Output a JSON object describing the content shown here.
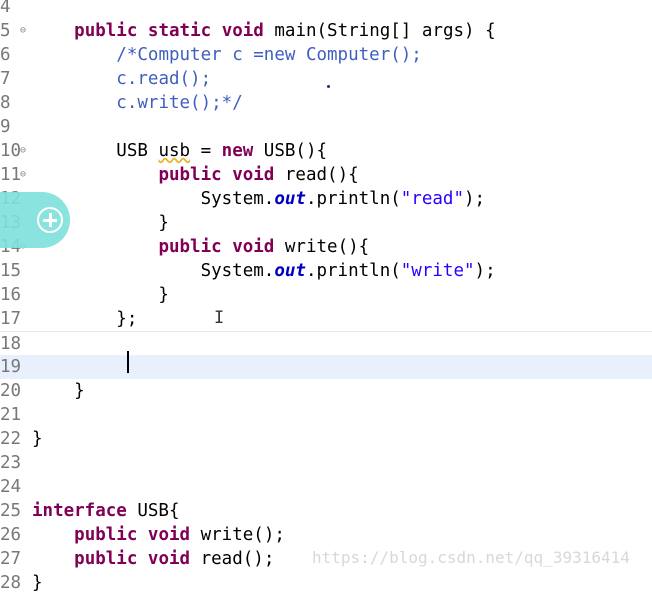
{
  "editor": {
    "lines": [
      {
        "n": "4",
        "segs": []
      },
      {
        "n": "5",
        "fold": true,
        "segs": [
          [
            "    ",
            ""
          ],
          [
            "public",
            "kw"
          ],
          [
            " ",
            ""
          ],
          [
            "static",
            "kw"
          ],
          [
            " ",
            ""
          ],
          [
            "void",
            "kw"
          ],
          [
            " main(String[] args) {",
            ""
          ]
        ]
      },
      {
        "n": "6",
        "segs": [
          [
            "        ",
            ""
          ],
          [
            "/*Computer c =new Computer();",
            "cm"
          ]
        ]
      },
      {
        "n": "7",
        "segs": [
          [
            "        ",
            ""
          ],
          [
            "c.read();",
            "cm"
          ]
        ]
      },
      {
        "n": "8",
        "segs": [
          [
            "        ",
            ""
          ],
          [
            "c.write();*/",
            "cm"
          ]
        ]
      },
      {
        "n": "9",
        "segs": []
      },
      {
        "n": "10",
        "fold": true,
        "segs": [
          [
            "        USB ",
            ""
          ],
          [
            "usb",
            "warn"
          ],
          [
            " = ",
            ""
          ],
          [
            "new",
            "kw"
          ],
          [
            " USB(){",
            ""
          ]
        ]
      },
      {
        "n": "11",
        "fold": true,
        "segs": [
          [
            "            ",
            ""
          ],
          [
            "public",
            "kw"
          ],
          [
            " ",
            ""
          ],
          [
            "void",
            "kw"
          ],
          [
            " read(){",
            ""
          ]
        ]
      },
      {
        "n": "12",
        "segs": [
          [
            "                System.",
            ""
          ],
          [
            "out",
            "fld"
          ],
          [
            ".println(",
            ""
          ],
          [
            "\"read\"",
            "str"
          ],
          [
            ");",
            ""
          ]
        ]
      },
      {
        "n": "13",
        "segs": [
          [
            "            }",
            ""
          ]
        ]
      },
      {
        "n": "14",
        "fold": true,
        "segs": [
          [
            "            ",
            ""
          ],
          [
            "public",
            "kw"
          ],
          [
            " ",
            ""
          ],
          [
            "void",
            "kw"
          ],
          [
            " write(){",
            ""
          ]
        ]
      },
      {
        "n": "15",
        "segs": [
          [
            "                System.",
            ""
          ],
          [
            "out",
            "fld"
          ],
          [
            ".println(",
            ""
          ],
          [
            "\"write\"",
            "str"
          ],
          [
            ");",
            ""
          ]
        ]
      },
      {
        "n": "16",
        "segs": [
          [
            "            }",
            ""
          ]
        ]
      },
      {
        "n": "17",
        "segs": [
          [
            "        };",
            ""
          ]
        ]
      },
      {
        "n": "18",
        "sep": true,
        "segs": []
      },
      {
        "n": "19",
        "highlight": true,
        "segs": []
      },
      {
        "n": "20",
        "segs": [
          [
            "    }",
            ""
          ]
        ]
      },
      {
        "n": "21",
        "segs": []
      },
      {
        "n": "22",
        "segs": [
          [
            "}",
            ""
          ]
        ]
      },
      {
        "n": "23",
        "segs": []
      },
      {
        "n": "24",
        "segs": []
      },
      {
        "n": "25",
        "segs": [
          [
            "interface",
            "kw"
          ],
          [
            " USB{",
            ""
          ]
        ]
      },
      {
        "n": "26",
        "segs": [
          [
            "    ",
            ""
          ],
          [
            "public",
            "kw"
          ],
          [
            " ",
            ""
          ],
          [
            "void",
            "kw"
          ],
          [
            " write();",
            ""
          ]
        ]
      },
      {
        "n": "27",
        "segs": [
          [
            "    ",
            ""
          ],
          [
            "public",
            "kw"
          ],
          [
            " ",
            ""
          ],
          [
            "void",
            "kw"
          ],
          [
            " read();",
            ""
          ]
        ]
      },
      {
        "n": "28",
        "segs": [
          [
            "}",
            ""
          ]
        ]
      }
    ]
  },
  "overlay": {
    "floating_button_icon": "plus-circle-icon",
    "watermark": "https://blog.csdn.net/qq_39316414"
  },
  "colors": {
    "keyword": "#7f0055",
    "comment": "#3f5fbf",
    "string": "#2a00ff",
    "static_field": "#0000c0",
    "current_line": "#e8f0fd",
    "floating_button": "#7fe0dc"
  }
}
